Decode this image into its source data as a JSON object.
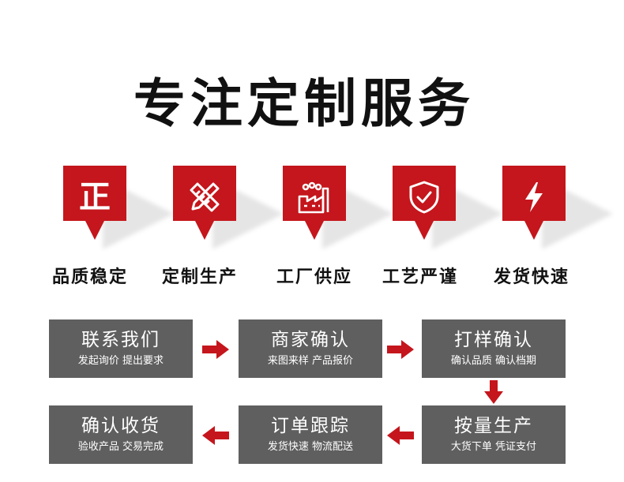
{
  "title": "专注定制服务",
  "colors": {
    "accent": "#c4161c",
    "box": "#5f5f5f",
    "text": "#111111"
  },
  "features": [
    {
      "label": "品质稳定",
      "icon": "zheng-character-icon",
      "glyph": "正"
    },
    {
      "label": "定制生产",
      "icon": "pencil-ruler-icon"
    },
    {
      "label": "工厂供应",
      "icon": "factory-icon"
    },
    {
      "label": "工艺严谨",
      "icon": "shield-check-icon"
    },
    {
      "label": "发货快速",
      "icon": "lightning-icon"
    }
  ],
  "process": [
    {
      "title": "联系我们",
      "desc": "发起询价 提出要求"
    },
    {
      "title": "商家确认",
      "desc": "来图来样  产品报价"
    },
    {
      "title": "打样确认",
      "desc": "确认品质 确认档期"
    },
    {
      "title": "按量生产",
      "desc": "大货下单 凭证支付"
    },
    {
      "title": "订单跟踪",
      "desc": "发货快速 物流配送"
    },
    {
      "title": "确认收货",
      "desc": "验收产品 交易完成"
    }
  ]
}
